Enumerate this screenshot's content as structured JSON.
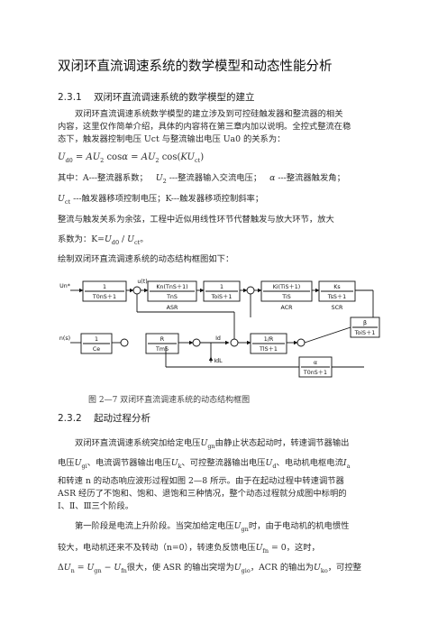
{
  "title": "双闭环直流调速系统的数学模型和动态性能分析",
  "sec1": {
    "num": "2.3.1",
    "heading": "双闭环直流调速系统的数学模型的建立",
    "p1_l1": "双闭环直流调速系统数学模型的建立涉及到可控硅触发器和整流器的相关",
    "p1_l2": "内容，这里仅作简单介绍，具体的内容将在第三章内加以说明。全控式整流在稳",
    "p1_l3": "态下，触发器控制电压 Uct 与整流输出电压 Ua0 的关系为：",
    "eq1": "U_d0 = AU₂ cosα = AU₂ cos(KU_ct)",
    "p2_a": "其中：A---整流器系数；",
    "p2_b": "---整流器输入交流电压；",
    "p2_c": "---整流器触发角；",
    "p3": "---触发器移项控制电压；K---触发器移项控制斜率；",
    "p4_l1": "整流与触发关系为余弦，工程中近似用线性环节代替触发与放大环节，放大",
    "p4_l2a": "系数为：K=",
    "p4_l2b": "。",
    "p5": "绘制双闭环直流调速系统的动态结构框图如下："
  },
  "diagram": {
    "un": "Un*",
    "tf1": "1",
    "tf1_den": "T0nS＋1",
    "asr_num": "Kn(TnS＋1)",
    "asr_den": "TnS",
    "asr": "ASR",
    "tf2": "1",
    "tf2_den": "ToiS＋1",
    "acr_num": "Ki(TiS＋1)",
    "acr_den": "TiS",
    "acr": "ACR",
    "scr_num": "Ks",
    "scr_den": "TsS＋1",
    "scr": "SCR",
    "fb_beta": "β",
    "fb_beta_den": "ToiS＋1",
    "n_label": "n(s)",
    "ce_num": "1",
    "ce_den": "Ce",
    "r_num": "R",
    "r_den": "TmS",
    "id": "Id",
    "idl": "IdL",
    "rl_num": "1/R",
    "rl_den": "TlS＋1",
    "alpha_num": "α",
    "alpha_den": "T0nS＋1",
    "u_label": "u(t)"
  },
  "fig_caption": "图 2—7    双闭环直流调速系统的动态结构框图",
  "sec2": {
    "num": "2.3.2",
    "heading": "起动过程分析",
    "l1a": "双闭环直流调速系统突加给定电压",
    "l1b": "由静止状态起动时，转速调节器输出",
    "l2a": "电压",
    "l2b": "、电流调节器输出电压",
    "l2c": "、可控整流器输出电压",
    "l2d": "、电动机电枢电流",
    "l3": "和转速 n 的动态响应波形过程如图  2—8  所示。由于在起动过程中转速调节器",
    "l4": "ASR 经历了不饱和、饱和、退饱和三种情况，整个动态过程就分成图中标明的",
    "l5": "Ⅰ、Ⅱ、Ⅲ三个阶段。",
    "l6a": "第一阶段是电流上升阶段。当突加给定电压",
    "l6b": "时，由于电动机的机电惯性",
    "l7a": "较大，电动机还来不及转动（n=0），转速负反馈电压",
    "l7b": "，这时，",
    "l8a": "很大，使 ASR 的输出突增为",
    "l8b": "，ACR 的输出为",
    "l8c": "，可控整"
  }
}
